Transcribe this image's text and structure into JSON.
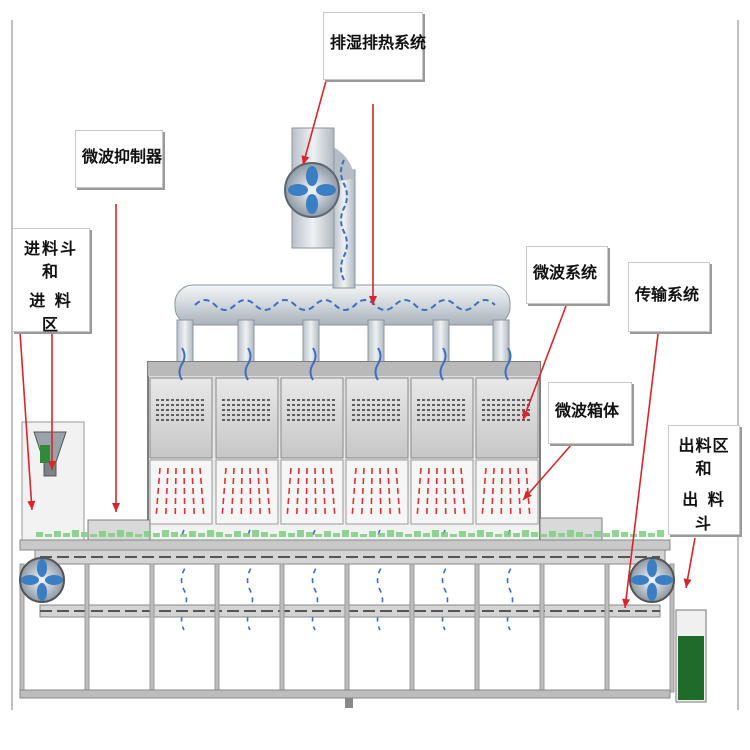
{
  "labels": {
    "exhaust": "排湿排热系统",
    "suppressor": "微波抑制器",
    "feed_line1": "进料斗和",
    "feed_line2": "进 料 区",
    "microwave_system": "微波系统",
    "microwave_box": "微波箱体",
    "conveyor": "传输系统",
    "discharge_line1": "出料区和",
    "discharge_line2": "出 料 斗"
  },
  "colors": {
    "pointer": "#d8262a",
    "fan": "#3a7fc4",
    "steam": "#3d6fc0",
    "heat": "#e0302f",
    "product": "#1f6b2a",
    "material": "#7ccf80",
    "frame": "#8a8a8a"
  },
  "icons": [
    "fan-icon",
    "steam-wave-icon",
    "heat-ray-icon"
  ]
}
